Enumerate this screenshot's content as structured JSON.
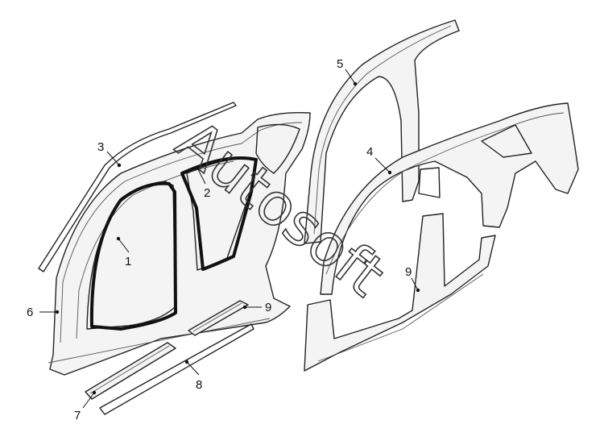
{
  "callouts": [
    {
      "id": "1",
      "label": "1"
    },
    {
      "id": "2",
      "label": "2"
    },
    {
      "id": "3",
      "label": "3"
    },
    {
      "id": "4",
      "label": "4"
    },
    {
      "id": "5",
      "label": "5"
    },
    {
      "id": "6",
      "label": "6"
    },
    {
      "id": "7",
      "label": "7"
    },
    {
      "id": "8",
      "label": "8"
    },
    {
      "id": "9a",
      "label": "9"
    },
    {
      "id": "9b",
      "label": "9"
    }
  ],
  "watermark": "Autosoft"
}
